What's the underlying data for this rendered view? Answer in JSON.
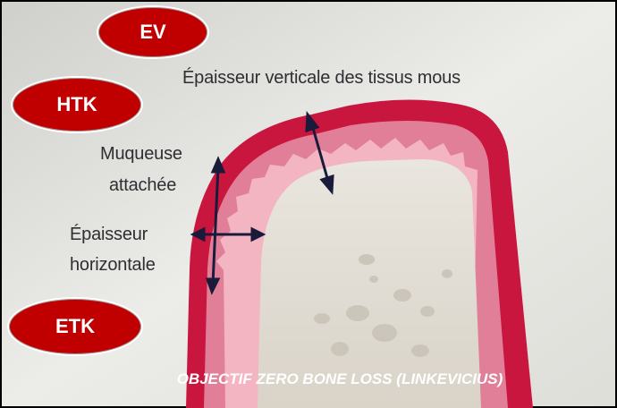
{
  "badges": {
    "ev": "EV",
    "htk": "HTK",
    "etk": "ETK"
  },
  "labels": {
    "vertical_thickness": "Épaisseur verticale des tissus mous",
    "attached_mucosa_line1": "Muqueuse",
    "attached_mucosa_line2": "attachée",
    "horizontal_thickness_line1": "Épaisseur",
    "horizontal_thickness_line2": "horizontale"
  },
  "caption": "OBJECTIF ZERO BONE LOSS (LINKEVICIUS)",
  "colors": {
    "gum": "#c8163f",
    "badge": "#c00000",
    "bone": "#e2ddd4",
    "arrow": "#1a1a3a",
    "background": "#e6e6e2"
  }
}
